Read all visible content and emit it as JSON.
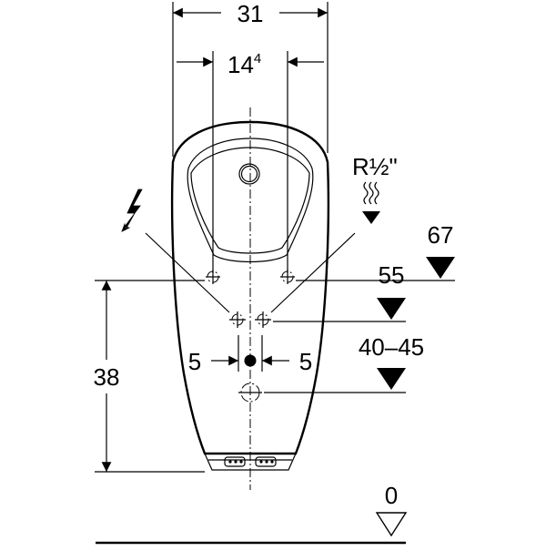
{
  "diagram": {
    "width_top": "31",
    "width_inner": "14",
    "width_inner_sup": "4",
    "pipe_thread": "R½\"",
    "height_left": "38",
    "offset_left": "5",
    "offset_right": "5",
    "level_67": "67",
    "level_55": "55",
    "level_40_45": "40–45",
    "level_0": "0"
  },
  "icons": {
    "electric": "lightning-bolt-icon",
    "water": "water-supply-icon"
  }
}
